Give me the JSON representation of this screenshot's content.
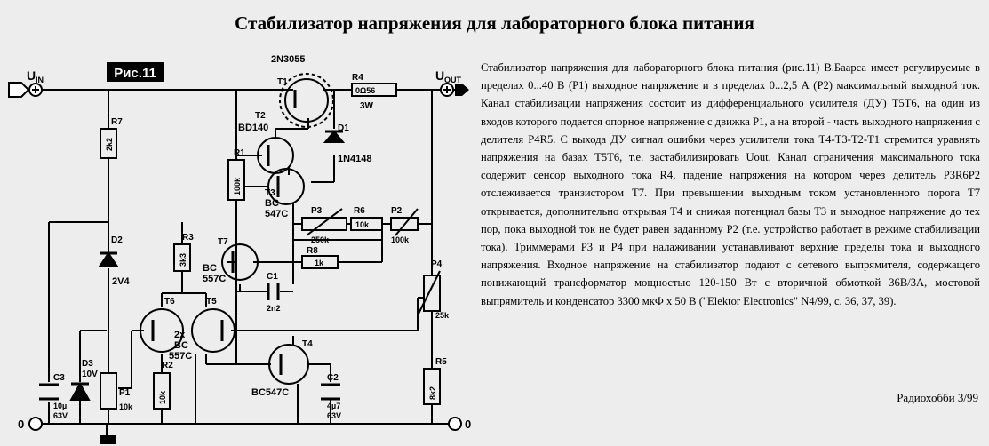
{
  "title": "Стабилизатор напряжения для лабораторного блока питания",
  "article": {
    "body": "Стабилизатор напряжения для лабораторного блока питания (рис.11) В.Баарса имеет регулируемые в пределах 0...40 В (P1) выходное напряжение и в пределах 0...2,5 А (P2) максимальный выходной ток. Канал стабилизации напряжения состоит из дифференциального усилителя (ДУ) T5T6, на один из входов которого подается опорное напряжение с движка P1, а на второй - часть выходного напряжения с делителя P4R5. С выхода ДУ сигнал ошибки через усилители тока T4-T3-T2-T1 стремится уравнять напряжения на базах T5T6, т.е. застабилизировать Uout. Канал ограничения максимального тока содержит сенсор выходного тока R4, падение напряжения на котором через делитель P3R6P2 отслеживается транзистором T7. При превышении выходным током установленного порога T7 открывается, дополнительно открывая T4 и снижая потенциал базы T3 и выходное напряжение до тех пор, пока выходной ток не будет равен заданному P2 (т.е. устройство работает в режиме стабилизации тока). Триммерами P3 и P4 при налаживании устанавливают верхние пределы тока и выходного напряжения. Входное напряжение на стабилизатор подают с сетевого выпрямителя, содержащего понижающий трансформатор мощностью 120-150 Вт с вторичной обмоткой 36В/3А, мостовой выпрямитель и конденсатор 3300 мкФ х 50 В (\"Elektor Electronics\" N4/99, с. 36, 37, 39).",
    "source": "Радиохобби 3/99"
  },
  "schematic": {
    "fig_label": "Рис.11",
    "uin_main": "U",
    "uin_sub": "IN",
    "uout_main": "U",
    "uout_sub": "OUT",
    "ground": "0",
    "labels": {
      "t1_type": "2N3055",
      "t1": "T1",
      "r4": "R4",
      "r4_val": "0Ω56",
      "r4_pow": "3W",
      "t2": "T2",
      "t2_type": "BD140",
      "d1": "D1",
      "d1_type": "1N4148",
      "r1": "R1",
      "r1_val": "100k",
      "t3": "T3",
      "t3_type_a": "BC",
      "t3_type_b": "547C",
      "r7": "R7",
      "r7_val": "2k2",
      "p3": "P3",
      "p3_val": "250k",
      "r6": "R6",
      "r6_val": "10k",
      "p2": "P2",
      "p2_val": "100k",
      "t7": "T7",
      "t7_type_a": "BC",
      "t7_type_b": "557C",
      "r8": "R8",
      "r8_val": "1k",
      "c1": "C1",
      "c1_val": "2n2",
      "r3": "R3",
      "r3_val": "3k3",
      "d2": "D2",
      "d2_val": "2V4",
      "t6": "T6",
      "t5": "T5",
      "t56_a": "2x",
      "t56_b": "BC",
      "t56_c": "557C",
      "p4": "P4",
      "p4_val": "25k",
      "t4": "T4",
      "t4_type": "BC547C",
      "r2": "R2",
      "r2_val": "10k",
      "d3": "D3",
      "d3_val": "10V",
      "c3": "C3",
      "c3_val": "10µ",
      "c3_v": "63V",
      "p1": "P1",
      "p1_val": "10k",
      "c2": "C2",
      "c2_val": "4µ7",
      "c2_v": "63V",
      "r5": "R5",
      "r5_val": "8k2"
    }
  }
}
